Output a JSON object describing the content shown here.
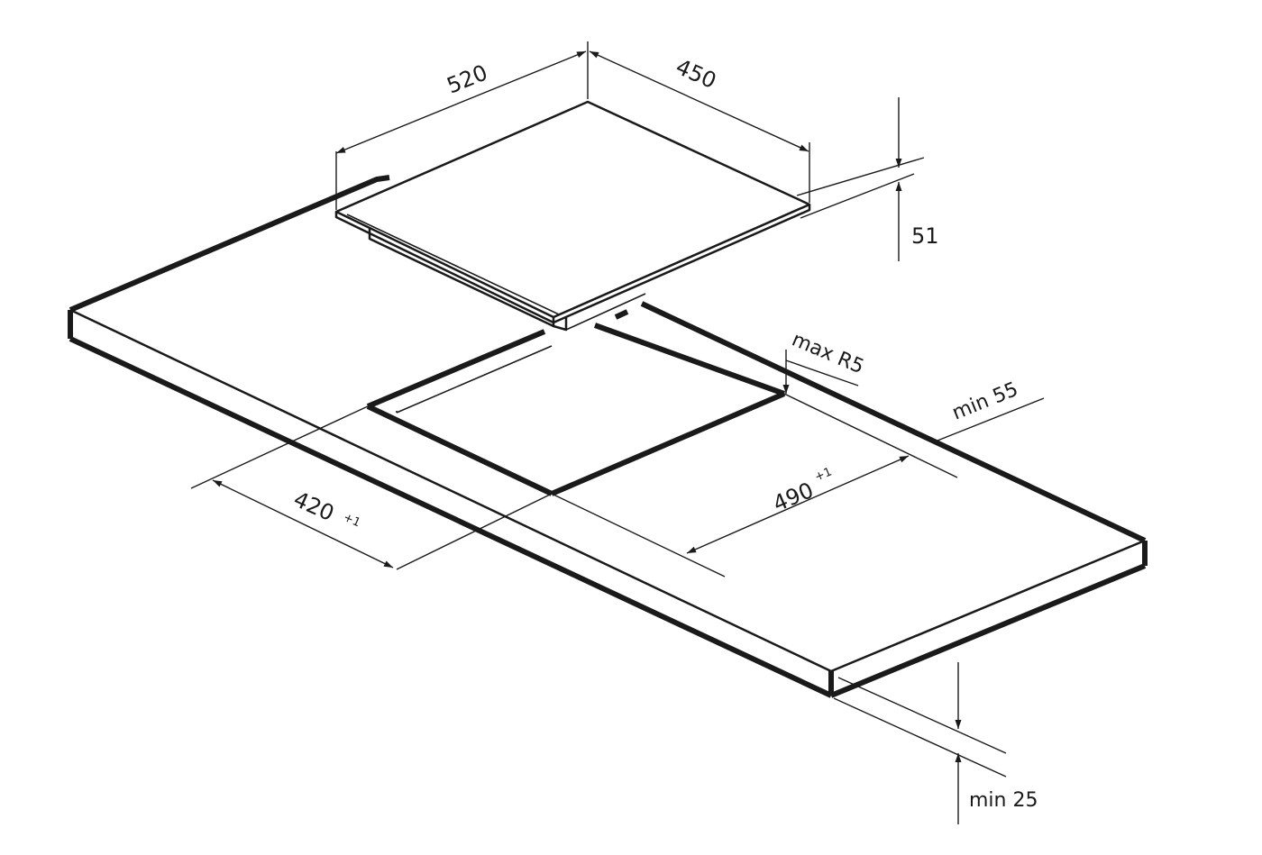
{
  "dimensions": {
    "hob_width": "520",
    "hob_depth": "450",
    "hob_height": "51",
    "cutout_width": "490",
    "cutout_width_tol": "+1",
    "cutout_depth": "420",
    "cutout_depth_tol": "+1",
    "corner_radius": "max R5",
    "edge_distance": "min 55",
    "front_distance": "min 25"
  }
}
